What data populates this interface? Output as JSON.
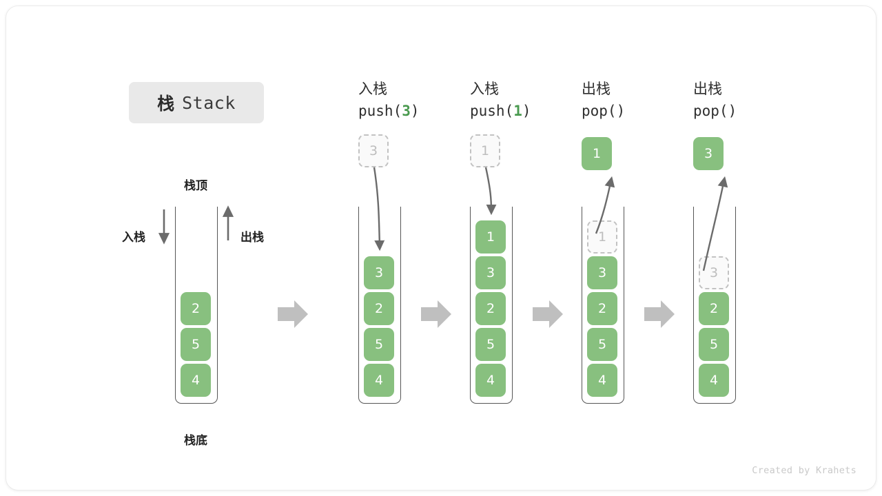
{
  "title": {
    "cn": "栈",
    "en": "Stack"
  },
  "credit": "Created by Krahets",
  "labels": {
    "top": "栈顶",
    "bottom": "栈底",
    "push": "入栈",
    "pop": "出栈"
  },
  "colors": {
    "cell_fill": "#88c07f",
    "cell_text": "#ffffff",
    "ghost_border": "#c2c2c2",
    "ghost_text": "#bdbdbd",
    "accent_green": "#4a9a4f",
    "arrow_gray": "#b8b8b8",
    "line_gray": "#6b6b6b",
    "badge_bg": "#e9e9e9"
  },
  "columns": [
    {
      "id": "initial",
      "op_cn": "",
      "op_code_pre": "",
      "op_code_arg": "",
      "op_code_post": "",
      "cells": [
        {
          "value": "2",
          "state": "filled"
        },
        {
          "value": "5",
          "state": "filled"
        },
        {
          "value": "4",
          "state": "filled"
        }
      ],
      "external": null
    },
    {
      "id": "push-3",
      "op_cn": "入栈",
      "op_code_pre": "push(",
      "op_code_arg": "3",
      "op_code_post": ")",
      "cells": [
        {
          "value": "3",
          "state": "filled"
        },
        {
          "value": "2",
          "state": "filled"
        },
        {
          "value": "5",
          "state": "filled"
        },
        {
          "value": "4",
          "state": "filled"
        }
      ],
      "external": {
        "value": "3",
        "state": "ghost",
        "direction": "in"
      }
    },
    {
      "id": "push-1",
      "op_cn": "入栈",
      "op_code_pre": "push(",
      "op_code_arg": "1",
      "op_code_post": ")",
      "cells": [
        {
          "value": "1",
          "state": "filled"
        },
        {
          "value": "3",
          "state": "filled"
        },
        {
          "value": "2",
          "state": "filled"
        },
        {
          "value": "5",
          "state": "filled"
        },
        {
          "value": "4",
          "state": "filled"
        }
      ],
      "external": {
        "value": "1",
        "state": "ghost",
        "direction": "in"
      }
    },
    {
      "id": "pop-1",
      "op_cn": "出栈",
      "op_code_pre": "pop(",
      "op_code_arg": "",
      "op_code_post": ")",
      "cells": [
        {
          "value": "1",
          "state": "ghost"
        },
        {
          "value": "3",
          "state": "filled"
        },
        {
          "value": "2",
          "state": "filled"
        },
        {
          "value": "5",
          "state": "filled"
        },
        {
          "value": "4",
          "state": "filled"
        }
      ],
      "external": {
        "value": "1",
        "state": "filled",
        "direction": "out"
      }
    },
    {
      "id": "pop-3",
      "op_cn": "出栈",
      "op_code_pre": "pop(",
      "op_code_arg": "",
      "op_code_post": ")",
      "cells": [
        {
          "value": "3",
          "state": "ghost"
        },
        {
          "value": "2",
          "state": "filled"
        },
        {
          "value": "5",
          "state": "filled"
        },
        {
          "value": "4",
          "state": "filled"
        }
      ],
      "external": {
        "value": "3",
        "state": "filled",
        "direction": "out"
      }
    }
  ],
  "step_arrows": 4
}
